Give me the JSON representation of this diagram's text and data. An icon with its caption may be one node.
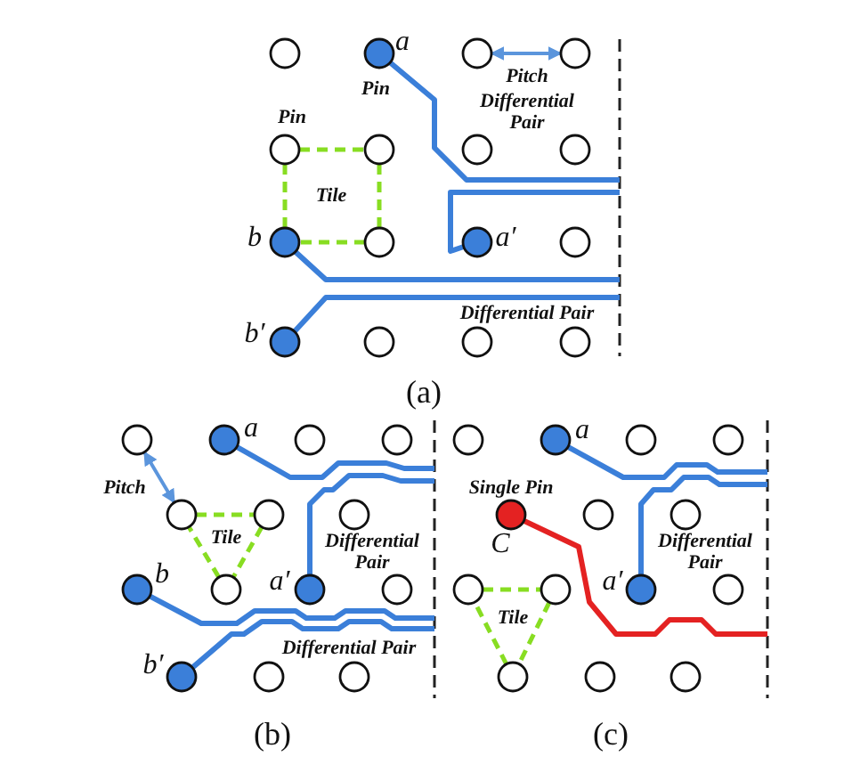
{
  "diagram": {
    "nodes": [
      {
        "text": [],
        "shape": "circle"
      },
      {
        "text": [],
        "shape": "circle",
        "beside": [
          "a",
          "Pin"
        ]
      },
      {
        "text": [],
        "shape": "circle"
      },
      {
        "text": [],
        "shape": "circle"
      },
      {
        "text": [],
        "shape": "circle",
        "beside": [
          "Pin"
        ]
      },
      {
        "text": [],
        "shape": "circle"
      },
      {
        "text": [],
        "shape": "circle"
      },
      {
        "text": [],
        "shape": "circle"
      },
      {
        "text": [],
        "shape": "circle",
        "beside": [
          "b"
        ]
      },
      {
        "text": [],
        "shape": "circle"
      },
      {
        "text": [],
        "shape": "circle",
        "beside": [
          "a′"
        ]
      },
      {
        "text": [],
        "shape": "circle"
      },
      {
        "text": [],
        "shape": "circle",
        "beside": [
          "b′"
        ]
      },
      {
        "text": [],
        "shape": "circle"
      },
      {
        "text": [],
        "shape": "circle"
      },
      {
        "text": [],
        "shape": "circle"
      },
      {
        "text": [],
        "shape": "circle"
      },
      {
        "text": [],
        "shape": "circle",
        "beside": [
          "a"
        ]
      },
      {
        "text": [],
        "shape": "circle"
      },
      {
        "text": [],
        "shape": "circle"
      },
      {
        "text": [],
        "shape": "circle"
      },
      {
        "text": [],
        "shape": "circle"
      },
      {
        "text": [],
        "shape": "circle"
      },
      {
        "text": [],
        "shape": "circle",
        "beside": [
          "b"
        ]
      },
      {
        "text": [],
        "shape": "circle"
      },
      {
        "text": [],
        "shape": "circle",
        "beside": [
          "a′"
        ]
      },
      {
        "text": [],
        "shape": "circle"
      },
      {
        "text": [],
        "shape": "circle",
        "beside": [
          "b′"
        ]
      },
      {
        "text": [],
        "shape": "circle"
      },
      {
        "text": [],
        "shape": "circle"
      },
      {
        "text": [],
        "shape": "circle"
      },
      {
        "text": [],
        "shape": "circle",
        "beside": [
          "a"
        ]
      },
      {
        "text": [],
        "shape": "circle"
      },
      {
        "text": [],
        "shape": "circle"
      },
      {
        "text": [],
        "shape": "circle",
        "beside": [
          "Single Pin",
          "C"
        ]
      },
      {
        "text": [],
        "shape": "circle"
      },
      {
        "text": [],
        "shape": "circle"
      },
      {
        "text": [],
        "shape": "circle"
      },
      {
        "text": [],
        "shape": "circle"
      },
      {
        "text": [],
        "shape": "circle",
        "beside": [
          "a′"
        ]
      },
      {
        "text": [],
        "shape": "circle"
      },
      {
        "text": [],
        "shape": "circle"
      },
      {
        "text": [],
        "shape": "circle"
      },
      {
        "text": [],
        "shape": "circle"
      }
    ],
    "edges": [
      {
        "from": 1,
        "to": null,
        "arrow": "none"
      },
      {
        "from": 10,
        "to": null,
        "arrow": "none"
      },
      {
        "from": 8,
        "to": null,
        "arrow": "none"
      },
      {
        "from": 12,
        "to": null,
        "arrow": "none"
      },
      {
        "from": 4,
        "to": 5,
        "arrow": "none",
        "style": "dashed",
        "color": "#88dd22"
      },
      {
        "from": 5,
        "to": 9,
        "arrow": "none",
        "style": "dashed",
        "color": "#88dd22"
      },
      {
        "from": 9,
        "to": 8,
        "arrow": "none",
        "style": "dashed",
        "color": "#88dd22"
      },
      {
        "from": 8,
        "to": 4,
        "arrow": "none",
        "style": "dashed",
        "color": "#88dd22"
      },
      {
        "from": 17,
        "to": null,
        "arrow": "none"
      },
      {
        "from": 25,
        "to": null,
        "arrow": "none"
      },
      {
        "from": 23,
        "to": null,
        "arrow": "none"
      },
      {
        "from": 27,
        "to": null,
        "arrow": "none"
      },
      {
        "from": 20,
        "to": 21,
        "arrow": "none",
        "style": "dashed",
        "color": "#88dd22"
      },
      {
        "from": 21,
        "to": 24,
        "arrow": "none",
        "style": "dashed",
        "color": "#88dd22"
      },
      {
        "from": 24,
        "to": 20,
        "arrow": "none",
        "style": "dashed",
        "color": "#88dd22"
      },
      {
        "from": 31,
        "to": null,
        "arrow": "none"
      },
      {
        "from": 39,
        "to": null,
        "arrow": "none"
      },
      {
        "from": 34,
        "to": null,
        "arrow": "none",
        "color": "#e42222"
      },
      {
        "from": 37,
        "to": 38,
        "arrow": "none",
        "style": "dashed",
        "color": "#88dd22"
      },
      {
        "from": 38,
        "to": 41,
        "arrow": "none",
        "style": "dashed",
        "color": "#88dd22"
      },
      {
        "from": 41,
        "to": 37,
        "arrow": "none",
        "style": "dashed",
        "color": "#88dd22"
      },
      {
        "from": 2,
        "to": 3,
        "arrow": "both",
        "label": "Pitch",
        "color": "#5b95dc"
      },
      {
        "from": 16,
        "to": 20,
        "arrow": "both",
        "label": "Pitch",
        "color": "#5b95dc"
      }
    ],
    "labels": [
      "Differential Pair",
      "Tile",
      "Differential Pair",
      "(a)",
      "Tile",
      "Differential Pair",
      "Differential Pair",
      "(b)",
      "Tile",
      "Differential Pair",
      "(c)"
    ]
  }
}
